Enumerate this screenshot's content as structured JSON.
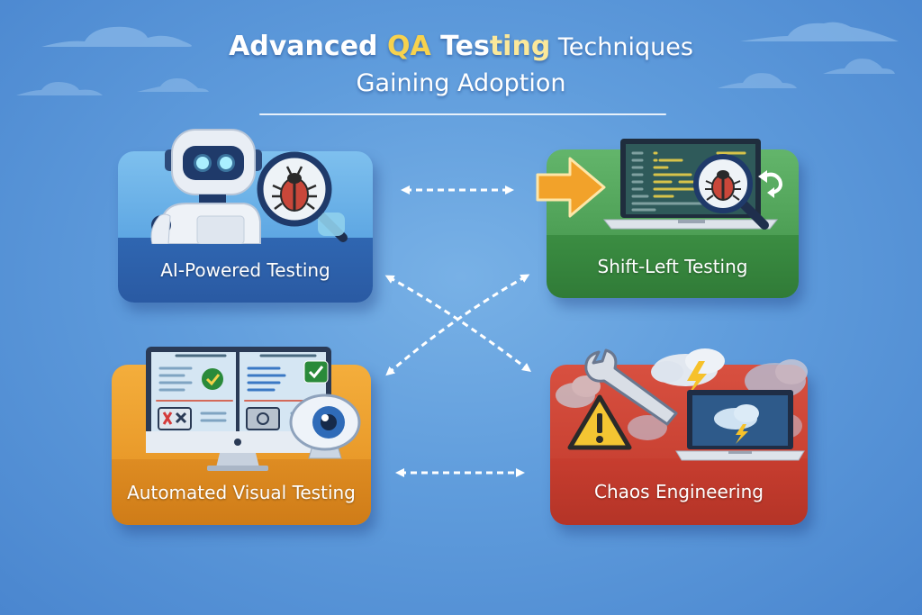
{
  "title": {
    "line1_part1": "Advanced ",
    "line1_qa": "QA",
    "line1_tes": " Tes",
    "line1_ting": "ting",
    "line1_part3": " Techniques",
    "line2": "Gaining Adoption"
  },
  "cards": [
    {
      "id": "ai-powered",
      "label": "AI-Powered Testing",
      "color_top": "#6fb4ea",
      "color_bottom": "#2c5fa8",
      "icons": [
        "robot-icon",
        "magnifier-icon",
        "bug-icon"
      ]
    },
    {
      "id": "shift-left",
      "label": "Shift-Left Testing",
      "color_top": "#58aa60",
      "color_bottom": "#338240",
      "icons": [
        "arrow-right-icon",
        "laptop-code-icon",
        "magnifier-icon",
        "bug-icon",
        "refresh-icon"
      ]
    },
    {
      "id": "visual",
      "label": "Automated Visual Testing",
      "color_top": "#f0a534",
      "color_bottom": "#d4821c",
      "icons": [
        "monitor-icon",
        "check-icon",
        "x-mark-icon",
        "eye-camera-icon"
      ]
    },
    {
      "id": "chaos",
      "label": "Chaos Engineering",
      "color_top": "#d24a3a",
      "color_bottom": "#bb382a",
      "icons": [
        "wrench-icon",
        "warning-icon",
        "laptop-icon",
        "storm-cloud-icon",
        "lightning-icon"
      ]
    }
  ],
  "connectors": [
    {
      "from": "ai-powered",
      "to": "shift-left",
      "style": "dashed-bidirectional"
    },
    {
      "from": "ai-powered",
      "to": "chaos",
      "style": "dashed-bidirectional"
    },
    {
      "from": "shift-left",
      "to": "visual",
      "style": "dashed-bidirectional"
    },
    {
      "from": "visual",
      "to": "chaos",
      "style": "dashed-bidirectional"
    }
  ]
}
